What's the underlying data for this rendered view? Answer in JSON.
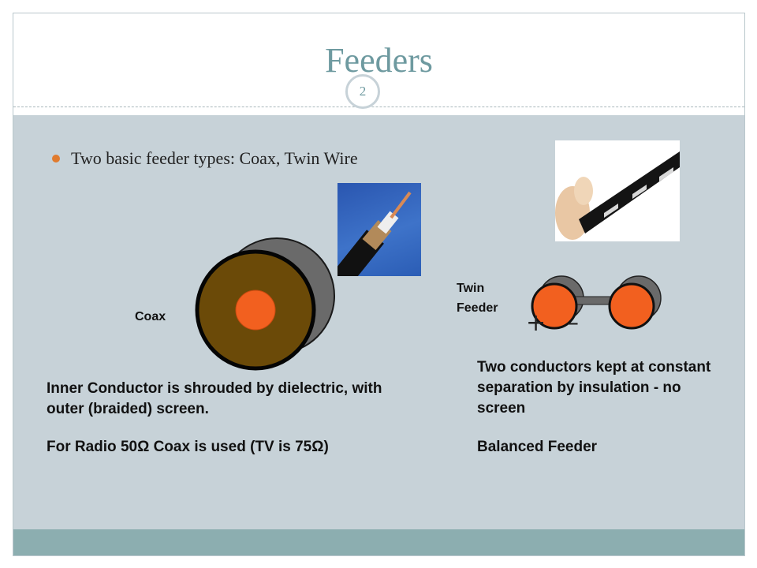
{
  "slide": {
    "title": "Feeders",
    "page_number": "2",
    "bullet": "Two basic feeder types: Coax, Twin Wire",
    "coax_label": "Coax",
    "twin_label_line1": "Twin",
    "twin_label_line2": "Feeder",
    "inner_conductor_text": "Inner Conductor is shrouded by dielectric, with outer (braided) screen.",
    "radio_text": "For Radio 50Ω Coax is used (TV is 75Ω)",
    "twin_description": "Two conductors kept at constant separation by insulation - no screen",
    "balanced_text": "Balanced Feeder",
    "plus_sign": "+",
    "minus_sign": "–"
  },
  "colors": {
    "title": "#6e9aa0",
    "content_band": "#c7d2d8",
    "footer_band": "#8caeb0",
    "bullet": "#e07b2e",
    "conductor_orange": "#f2601f",
    "dielectric_brown": "#6b4a08",
    "shield_gray": "#6a6a6a"
  },
  "icons": {
    "coax_cross_section": "coax-cross-section-diagram",
    "twin_feeder": "twin-feeder-diagram",
    "coax_photo": "coax-cable-photo",
    "twin_photo": "twin-wire-photo"
  }
}
